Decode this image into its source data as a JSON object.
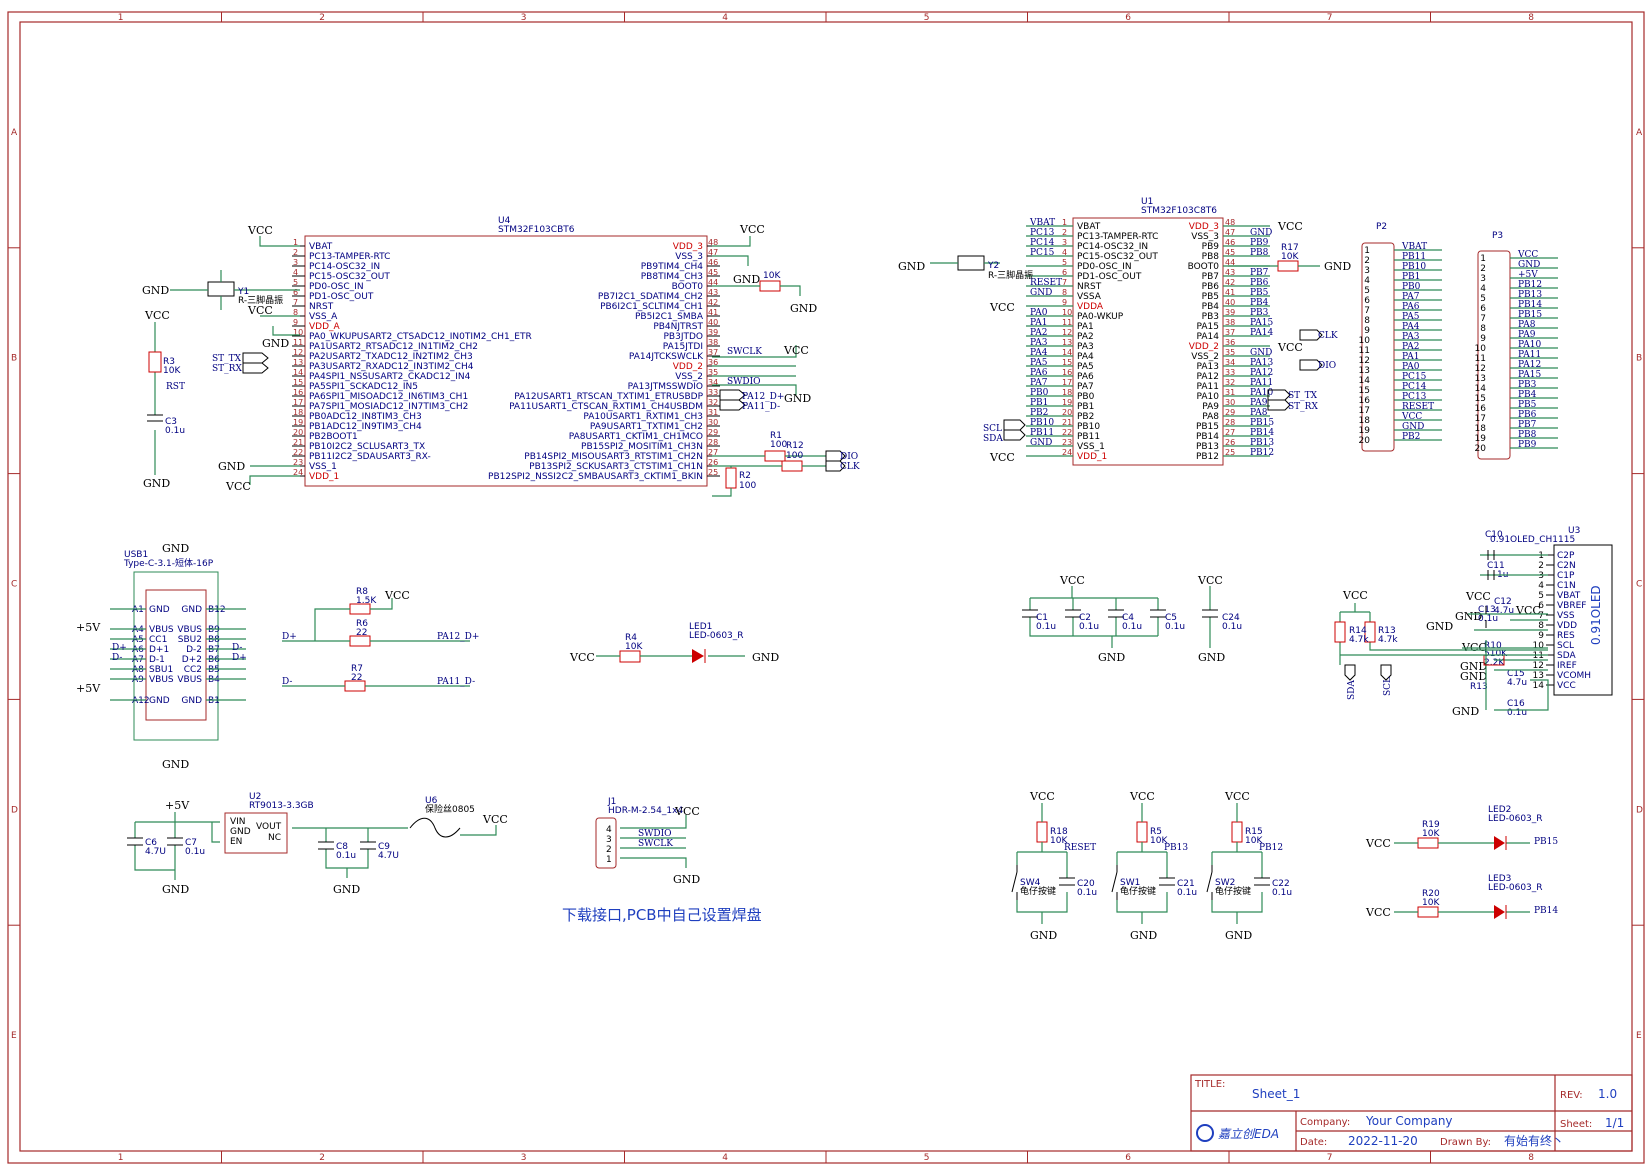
{
  "zones": {
    "cols": [
      "1",
      "2",
      "3",
      "4",
      "5",
      "6",
      "7",
      "8"
    ],
    "rows": [
      "A",
      "B",
      "C",
      "D",
      "E"
    ]
  },
  "u4": {
    "ref": "U4",
    "part": "STM32F103CBT6",
    "left_pins": [
      "VBAT",
      "PC13-TAMPER-RTC",
      "PC14-OSC32_IN",
      "PC15-OSC32_OUT",
      "PD0-OSC_IN",
      "PD1-OSC_OUT",
      "NRST",
      "VSS_A",
      "VDD_A",
      "PA0_WKUPUSART2_CTSADC12_IN0TIM2_CH1_ETR",
      "PA1USART2_RTSADC12_IN1TIM2_CH2",
      "PA2USART2_TXADC12_IN2TIM2_CH3",
      "PA3USART2_RXADC12_IN3TIM2_CH4",
      "PA4SPI1_NSSUSART2_CKADC12_IN4",
      "PA5SPI1_SCKADC12_IN5",
      "PA6SPI1_MISOADC12_IN6TIM3_CH1",
      "PA7SPI1_MOSIADC12_IN7TIM3_CH2",
      "PB0ADC12_IN8TIM3_CH3",
      "PB1ADC12_IN9TIM3_CH4",
      "PB2BOOT1",
      "PB10I2C2_SCLUSART3_TX",
      "PB11I2C2_SDAUSART3_RX-",
      "VSS_1",
      "VDD_1"
    ],
    "right_pins": [
      "VDD_3",
      "VSS_3",
      "PB9TIM4_CH4",
      "PB8TIM4_CH3",
      "BOOT0",
      "PB7I2C1_SDATIM4_CH2",
      "PB6I2C1_SCLTIM4_CH1",
      "PB5I2C1_SMBA",
      "PB4NJTRST",
      "PB3JTDO",
      "PA15JTDI",
      "PA14JTCKSWCLK",
      "VDD_2",
      "VSS_2",
      "PA13JTMSSWDIO",
      "PA12USART1_RTSCAN_TXTIM1_ETRUSBDP",
      "PA11USART1_CTSCAN_RXTIM1_CH4USBDM",
      "PA10USART1_RXTIM1_CH3",
      "PA9USART1_TXTIM1_CH2",
      "PA8USART1_CKTIM1_CH1MCO",
      "PB15SPI2_MOSITIM1_CH3N",
      "PB14SPI2_MISOUSART3_RTSTIM1_CH2N",
      "PB13SPI2_SCKUSART3_CTSTIM1_CH1N",
      "PB12SPI2_NSSI2C2_SMBAUSART3_CKTIM1_BKIN"
    ],
    "right_nums": [
      "48",
      "47",
      "46",
      "45",
      "44",
      "43",
      "42",
      "41",
      "40",
      "39",
      "38",
      "37",
      "36",
      "35",
      "34",
      "33",
      "32",
      "31",
      "30",
      "29",
      "28",
      "27",
      "26",
      "25"
    ],
    "y1": "Y1",
    "y1_note": "R-三脚晶振",
    "r3": "R3",
    "r3v": "10K",
    "c3": "C3",
    "c3v": "0.1u",
    "rst": "RST",
    "st_tx": "ST_TX",
    "st_rx": "ST_RX",
    "r10k": "10K",
    "swclk": "SWCLK",
    "swdio": "SWDIO",
    "pa12d": "PA12_D+",
    "pa11d": "PA11_D-",
    "r1": "R1",
    "r1v": "100",
    "r12": "R12",
    "r12v": "100",
    "r2": "R2",
    "r2v": "100",
    "dio": "DIO",
    "clk": "CLK"
  },
  "u1": {
    "ref": "U1",
    "part": "STM32F103C8T6",
    "left_pins": [
      "VBAT",
      "PC13-TAMPER-RTC",
      "PC14-OSC32_IN",
      "PC15-OSC32_OUT",
      "PD0-OSC_IN",
      "PD1-OSC_OUT",
      "NRST",
      "VSSA",
      "VDDA",
      "PA0-WKUP",
      "PA1",
      "PA2",
      "PA3",
      "PA4",
      "PA5",
      "PA6",
      "PA7",
      "PB0",
      "PB1",
      "PB2",
      "PB10",
      "PB11",
      "VSS_1",
      "VDD_1"
    ],
    "right_pins": [
      "VDD_3",
      "VSS_3",
      "PB9",
      "PB8",
      "BOOT0",
      "PB7",
      "PB6",
      "PB5",
      "PB4",
      "PB3",
      "PA15",
      "PA14",
      "VDD_2",
      "VSS_2",
      "PA13",
      "PA12",
      "PA11",
      "PA10",
      "PA9",
      "PA8",
      "PB15",
      "PB14",
      "PB13",
      "PB12"
    ],
    "left_nets": [
      "VBAT",
      "PC13",
      "PC14",
      "PC15",
      "",
      "",
      "RESET",
      "GND",
      "",
      "PA0",
      "PA1",
      "PA2",
      "PA3",
      "PA4",
      "PA5",
      "PA6",
      "PA7",
      "PB0",
      "PB1",
      "PB2",
      "PB10",
      "PB11",
      "GND",
      ""
    ],
    "right_nets": [
      "",
      "GND",
      "PB9",
      "PB8",
      "",
      "PB7",
      "PB6",
      "PB5",
      "PB4",
      "PB3",
      "PA15",
      "PA14",
      "",
      "GND",
      "PA13",
      "PA12",
      "PA11",
      "PA10",
      "PA9",
      "PA8",
      "PB15",
      "PB14",
      "PB13",
      "PB12"
    ],
    "y2": "Y2",
    "y2_note": "R-三脚晶振",
    "r17": "R17",
    "r17v": "10K",
    "scl": "SCL",
    "sda": "SDA",
    "clk": "CLK",
    "dio": "DIO",
    "st_tx": "ST_TX",
    "st_rx": "ST_RX"
  },
  "p2": {
    "ref": "P2",
    "nets": [
      "VBAT",
      "PB11",
      "PB10",
      "PB1",
      "PB0",
      "PA7",
      "PA6",
      "PA5",
      "PA4",
      "PA3",
      "PA2",
      "PA1",
      "PA0",
      "PC15",
      "PC14",
      "PC13",
      "RESET",
      "VCC",
      "GND",
      "PB2"
    ]
  },
  "p3": {
    "ref": "P3",
    "nets": [
      "VCC",
      "GND",
      "+5V",
      "PB12",
      "PB13",
      "PB14",
      "PB15",
      "PA8",
      "PA9",
      "PA10",
      "PA11",
      "PA12",
      "PA15",
      "PB3",
      "PB4",
      "PB5",
      "PB6",
      "PB7",
      "PB8",
      "PB9"
    ]
  },
  "usb": {
    "ref": "USB1",
    "part": "Type-C-3.1-短体-16P",
    "left_pins": [
      "A1",
      "A4",
      "A5",
      "A6",
      "A7",
      "A8",
      "A9",
      "A12"
    ],
    "right_pins": [
      "B12",
      "B9",
      "B8",
      "B7",
      "B6",
      "B5",
      "B4",
      "B1"
    ],
    "inner": [
      "GND",
      "GND",
      "VBUS",
      "VBUS",
      "CC1",
      "SBU2",
      "D+1",
      "D-2",
      "D-1",
      "D+2",
      "SBU1",
      "CC2",
      "VBUS",
      "VBUS",
      "GND",
      "GND"
    ],
    "p5v": "+5V",
    "dp": "D+",
    "dm": "D-"
  },
  "usbres": {
    "r8": "R8",
    "r8v": "1.5K",
    "r6": "R6",
    "r6v": "22",
    "r7": "R7",
    "r7v": "22",
    "dp": "D+",
    "dm": "D-",
    "pa12": "PA12_D+",
    "pa11": "PA11_D-"
  },
  "led1": {
    "r4": "R4",
    "r4v": "10K",
    "led": "LED1",
    "part": "LED-0603_R"
  },
  "decoup": {
    "c1": "C1",
    "c2": "C2",
    "c4": "C4",
    "c5": "C5",
    "c24": "C24",
    "v": "0.1u"
  },
  "oled": {
    "ref": "U3",
    "part": "0.91OLED_CH1115",
    "title": "0.91OLED",
    "pins": [
      "C2P",
      "C2N",
      "C1P",
      "C1N",
      "VBAT",
      "VBREF",
      "VSS",
      "VDD",
      "RES",
      "SCL",
      "SDA",
      "IREF",
      "VCOMH",
      "VCC"
    ],
    "c10": "C10",
    "c10v": "1u",
    "c11": "C11",
    "c11v": "1u",
    "c12": "C12",
    "c12v": "4.7u",
    "c13": "C13",
    "c13v": "0.1u",
    "r10": "R10",
    "r10v": "510K",
    "r13": "R13",
    "r13v": "2.2K",
    "c15": "C15",
    "c15v": "4.7u",
    "c16": "C16",
    "c16v": "0.1u",
    "r14": "R14",
    "r14v": "4.7k",
    "r13b": "R13",
    "r13bv": "4.7k",
    "sda": "SDA",
    "scl": "SCL"
  },
  "ldo": {
    "ref": "U2",
    "part": "RT9013-3.3GB",
    "pins": [
      "VIN",
      "GND",
      "EN",
      "VOUT",
      "NC"
    ],
    "c6": "C6",
    "c6v": "4.7U",
    "c7": "C7",
    "c7v": "0.1u",
    "c8": "C8",
    "c8v": "0.1u",
    "c9": "C9",
    "c9v": "4.7U",
    "u6": "U6",
    "u6part": "保险丝0805",
    "p5v": "+5V"
  },
  "j1": {
    "ref": "J1",
    "part": "HDR-M-2.54_1x4",
    "nets": [
      "SWDIO",
      "SWCLK"
    ],
    "note": "下载接口,PCB中自己设置焊盘"
  },
  "switches": [
    {
      "r": "R18",
      "rv": "10K",
      "net": "RESET",
      "sw": "SW4",
      "c": "C20",
      "cv": "0.1u",
      "part": "龟仔按键"
    },
    {
      "r": "R5",
      "rv": "10K",
      "net": "PB13",
      "sw": "SW1",
      "c": "C21",
      "cv": "0.1u",
      "part": "龟仔按键"
    },
    {
      "r": "R15",
      "rv": "10K",
      "net": "PB12",
      "sw": "SW2",
      "c": "C22",
      "cv": "0.1u",
      "part": "龟仔按键"
    }
  ],
  "leds": [
    {
      "r": "R19",
      "rv": "10K",
      "led": "LED2",
      "part": "LED-0603_R",
      "net": "PB15"
    },
    {
      "r": "R20",
      "rv": "10K",
      "led": "LED3",
      "part": "LED-0603_R",
      "net": "PB14"
    }
  ],
  "nets": {
    "vcc": "VCC",
    "gnd": "GND"
  },
  "titleblock": {
    "title_label": "TITLE:",
    "title": "Sheet_1",
    "rev_label": "REV:",
    "rev": "1.0",
    "company_label": "Company:",
    "company": "Your Company",
    "sheet_label": "Sheet:",
    "sheet": "1/1",
    "date_label": "Date:",
    "date": "2022-11-20",
    "drawn_label": "Drawn By:",
    "drawn": "有始有终丶",
    "logo": "嘉立创EDA"
  }
}
